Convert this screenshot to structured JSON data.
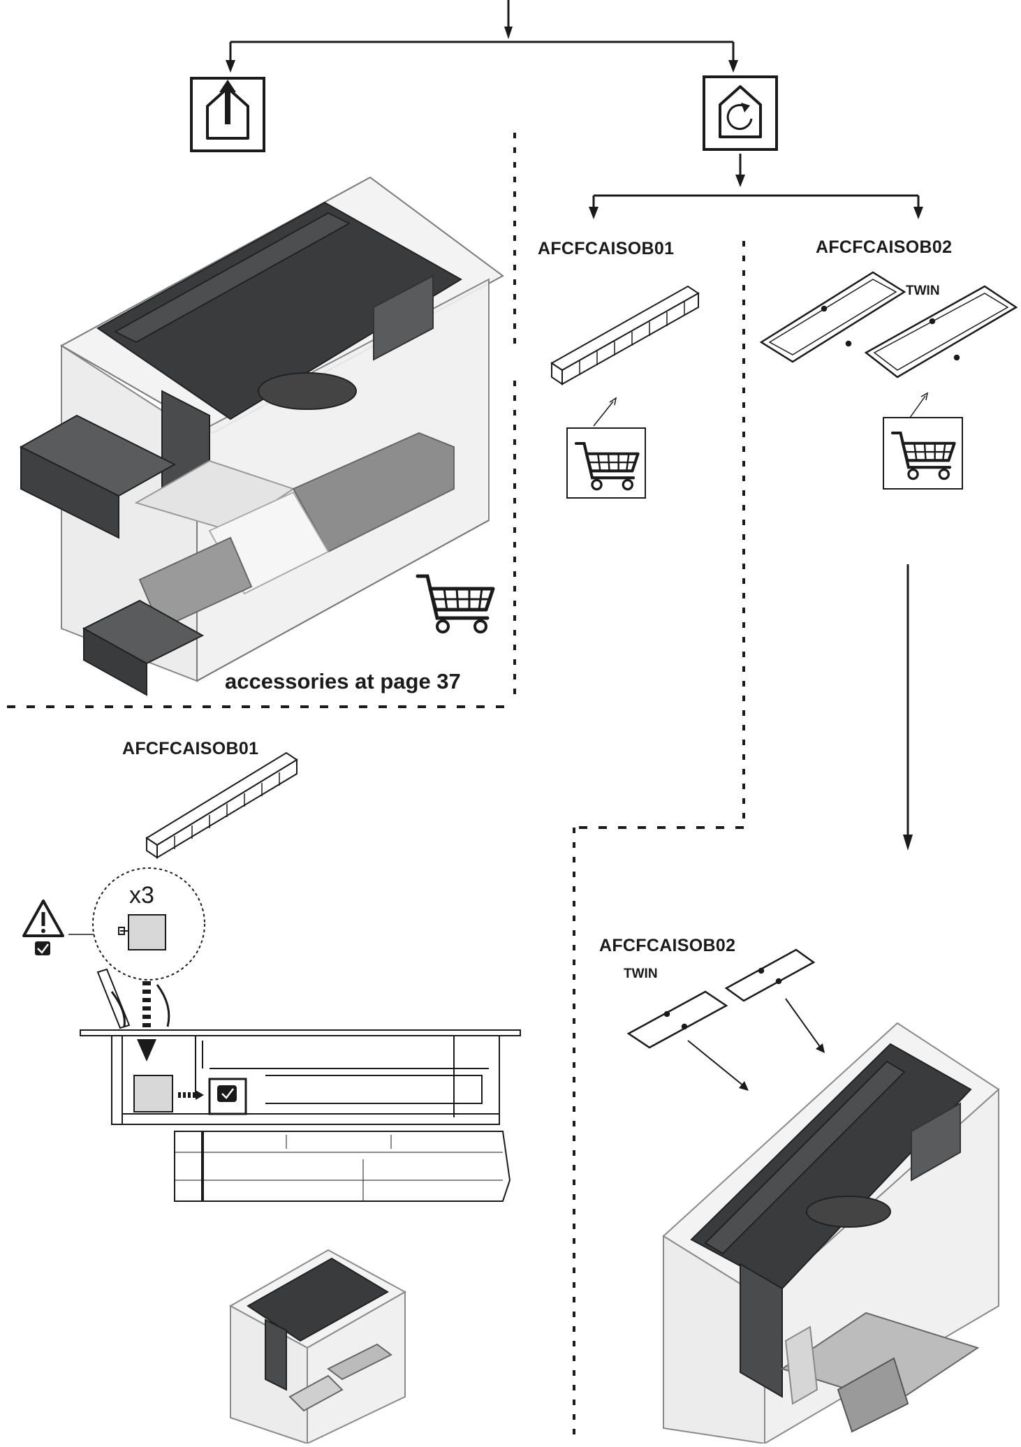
{
  "labels": {
    "afcf_b01_top": "AFCFCAISOB01",
    "afcf_b02_top": "AFCFCAISOB02",
    "twin_top": "TWIN",
    "accessories": "accessories at page 37",
    "afcf_b01_bottom": "AFCFCAISOB01",
    "afcf_b02_bottom": "AFCFCAISOB02",
    "twin_bottom": "TWIN",
    "quantity": "x3"
  },
  "icons": [
    "ducted-extraction-house-icon",
    "recirculation-house-icon",
    "shopping-cart-icon",
    "warning-triangle-icon",
    "checkbox-icon"
  ],
  "colors": {
    "line": "#1a1a1a",
    "hob_glass": "#3a3b3c",
    "cabinet": "#e6e6e6",
    "duct_dark": "#4a4b4c",
    "duct_light": "#d9d9d9",
    "background": "#ffffff"
  }
}
